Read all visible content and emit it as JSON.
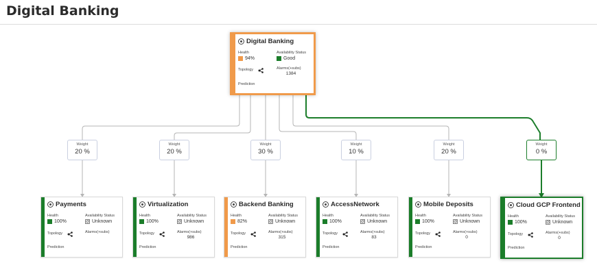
{
  "page": {
    "title": "Digital Banking"
  },
  "labels": {
    "health": "Health",
    "availability": "Availability Status",
    "topology": "Topology",
    "alarms": "Alarms(+subs)",
    "prediction": "Prediction",
    "weight": "Weight"
  },
  "colors": {
    "green": "#1b7d2a",
    "orange": "#f09a4a",
    "connector": "#b5b5b5"
  },
  "root": {
    "name": "Digital Banking",
    "health": "94%",
    "health_color": "#f09a4a",
    "availability": "Good",
    "availability_color": "#1b7d2a",
    "alarms": "1384"
  },
  "children": [
    {
      "name": "Payments",
      "weight": "20 %",
      "health": "100%",
      "health_color": "#1b7d2a",
      "availability": "Unknown",
      "alarms": "",
      "bar_color": "#1b7d2a",
      "selected": false
    },
    {
      "name": "Virtualization",
      "weight": "20 %",
      "health": "100%",
      "health_color": "#1b7d2a",
      "availability": "Unknown",
      "alarms": "986",
      "bar_color": "#1b7d2a",
      "selected": false
    },
    {
      "name": "Backend Banking",
      "weight": "30 %",
      "health": "82%",
      "health_color": "#f09a4a",
      "availability": "Unknown",
      "alarms": "315",
      "bar_color": "#f09a4a",
      "selected": false
    },
    {
      "name": "AccessNetwork",
      "weight": "10 %",
      "health": "100%",
      "health_color": "#1b7d2a",
      "availability": "Unknown",
      "alarms": "83",
      "bar_color": "#1b7d2a",
      "selected": false
    },
    {
      "name": "Mobile Deposits",
      "weight": "20 %",
      "health": "100%",
      "health_color": "#1b7d2a",
      "availability": "Unknown",
      "alarms": "0",
      "bar_color": "#1b7d2a",
      "selected": false
    },
    {
      "name": "Cloud GCP Frontend",
      "weight": "0 %",
      "health": "100%",
      "health_color": "#1b7d2a",
      "availability": "Unknown",
      "alarms": "0",
      "bar_color": "#1b7d2a",
      "selected": true
    }
  ]
}
